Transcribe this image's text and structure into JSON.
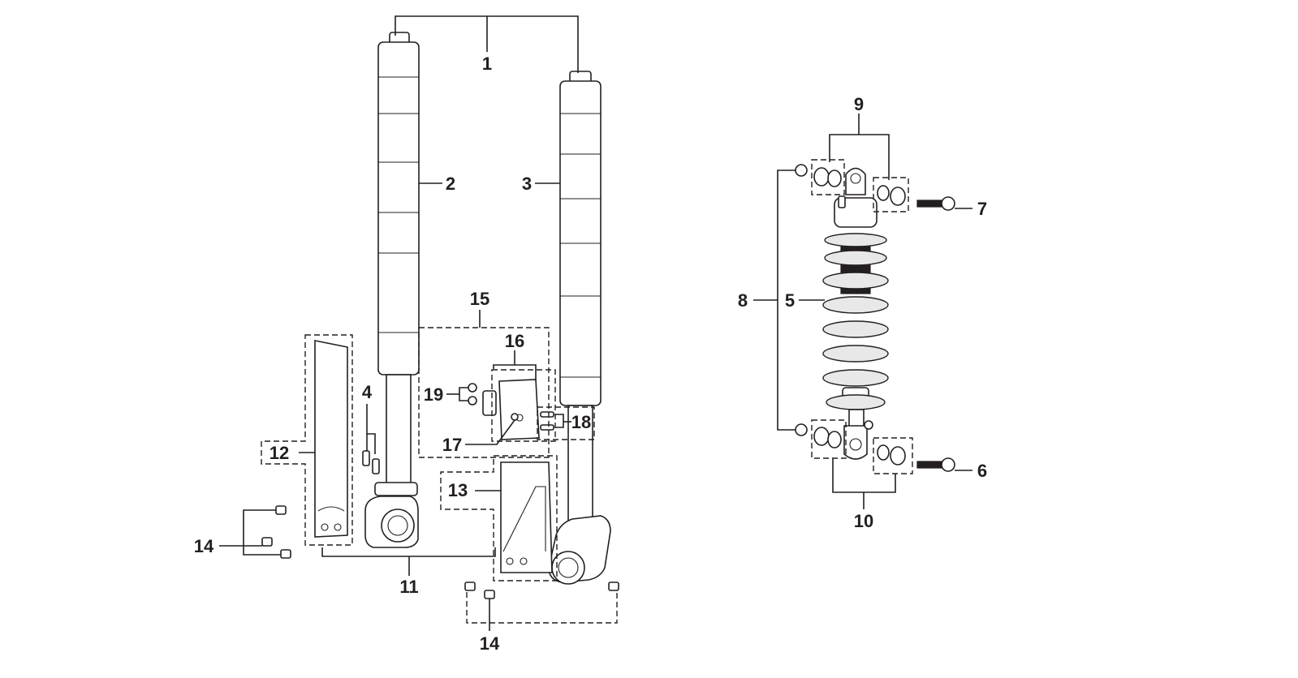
{
  "callouts": {
    "c1": "1",
    "c2": "2",
    "c3": "3",
    "c4": "4",
    "c5": "5",
    "c6": "6",
    "c7": "7",
    "c8": "8",
    "c9": "9",
    "c10": "10",
    "c11": "11",
    "c12": "12",
    "c13": "13",
    "c14a": "14",
    "c14b": "14",
    "c15": "15",
    "c16": "16",
    "c17": "17",
    "c18": "18",
    "c19": "19"
  },
  "colors": {
    "line": "#231f20",
    "background": "#ffffff"
  }
}
